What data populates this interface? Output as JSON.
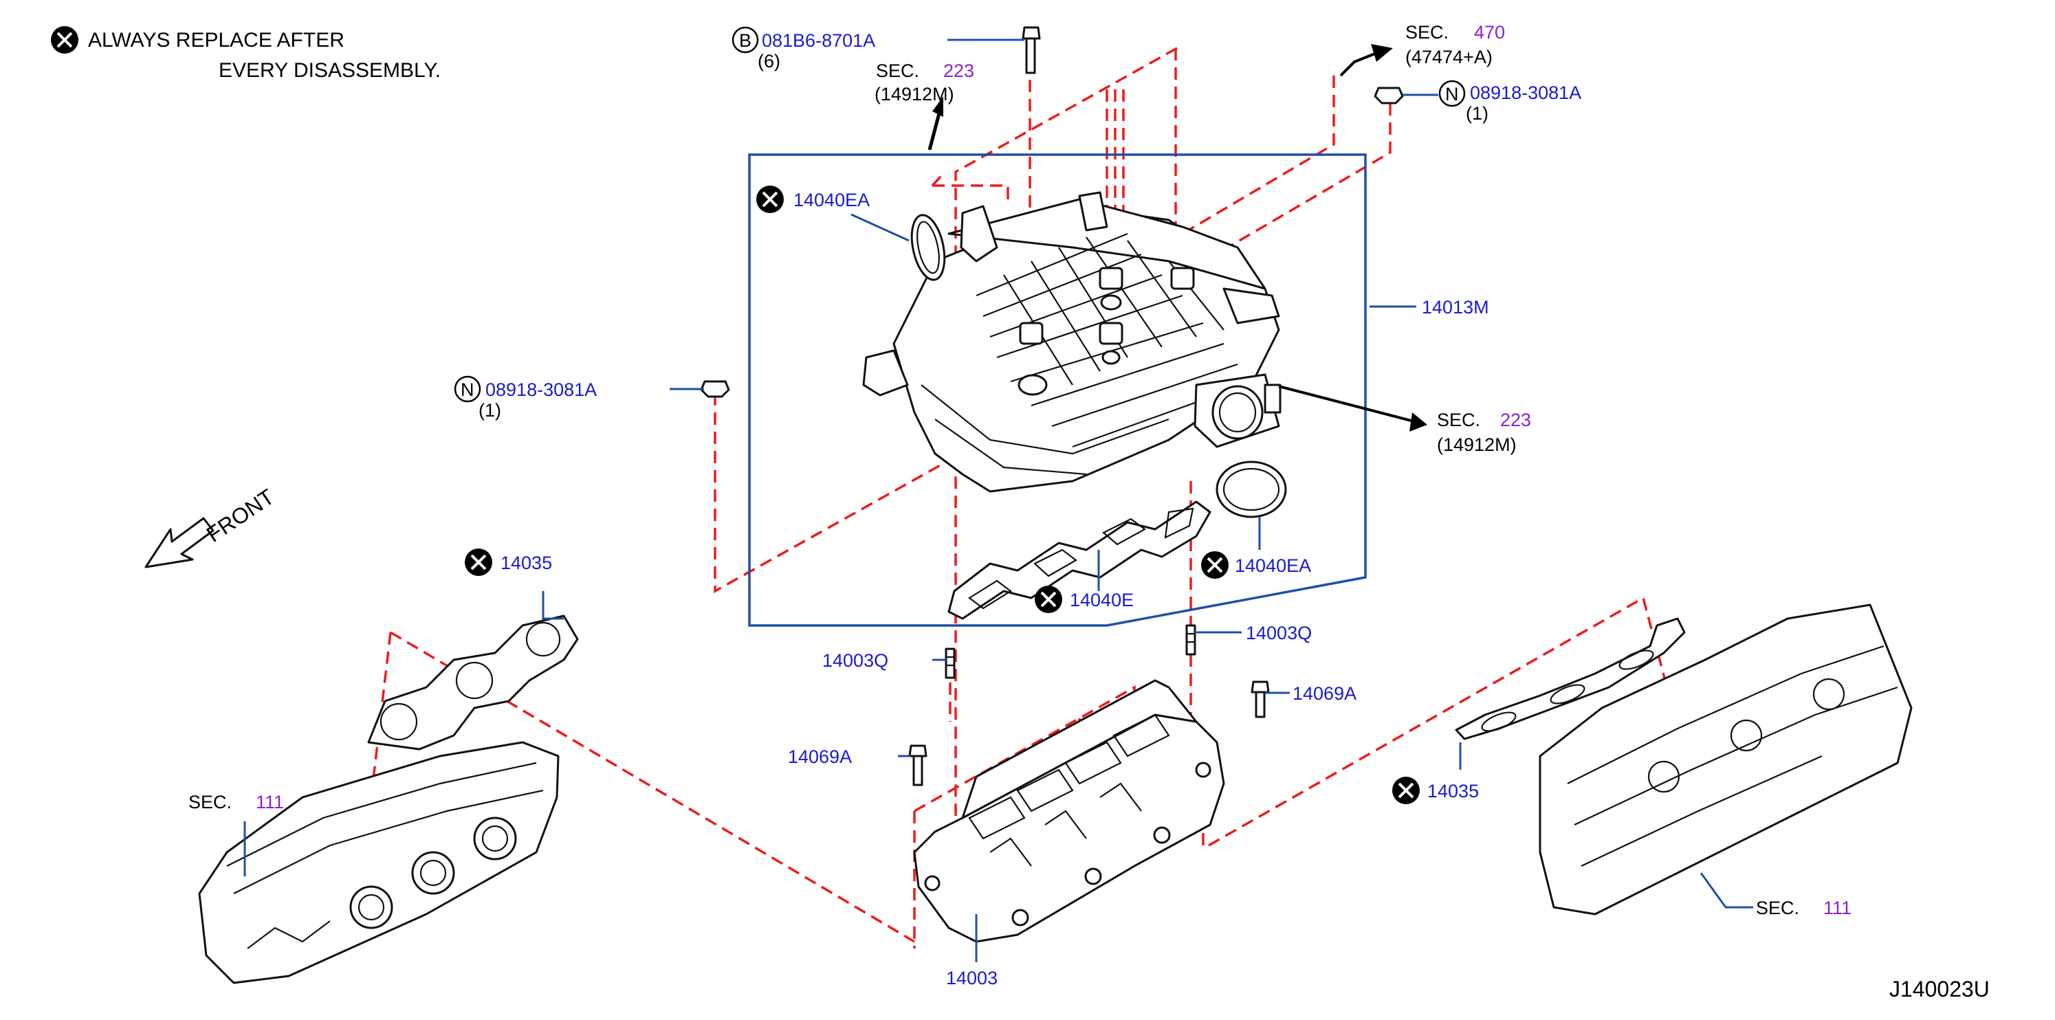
{
  "notes": {
    "always_replace_line1": "ALWAYS   REPLACE   AFTER",
    "always_replace_line2": "EVERY   DISASSEMBLY.",
    "front": "FRONT",
    "figure_id": "J140023U"
  },
  "symbols": {
    "bolt_circle": "B",
    "nut_circle": "N"
  },
  "labels": {
    "bolt_081B6": "081B6-8701A",
    "bolt_081B6_qty": "(6)",
    "nut_top_right": "08918-3081A",
    "nut_top_right_qty": "(1)",
    "nut_left": "08918-3081A",
    "nut_left_qty": "(1)",
    "gasket_14040EA_top": "14040EA",
    "gasket_14040EA_bottom": "14040EA",
    "collector_14013M": "14013M",
    "gasket_14040E": "14040E",
    "gasket_14035_left": "14035",
    "gasket_14035_right": "14035",
    "stud_14003Q_left": "14003Q",
    "stud_14003Q_right": "14003Q",
    "bolt_14069A_left": "14069A",
    "bolt_14069A_right": "14069A",
    "manifold_14003": "14003"
  },
  "sections": {
    "sec_word": "SEC.",
    "sec223_top_num": "223",
    "sec223_top_sub": "(14912M)",
    "sec470_num": "470",
    "sec470_sub": "(47474+A)",
    "sec223_right_num": "223",
    "sec223_right_sub": "(14912M)",
    "sec111_left_num": "111",
    "sec111_right_num": "111"
  },
  "colors": {
    "part_number_blue": "#1a1ad0",
    "section_purple": "#8a1fd8",
    "leader_blue": "#1f4fa8",
    "guide_red": "#ee1c1c"
  }
}
